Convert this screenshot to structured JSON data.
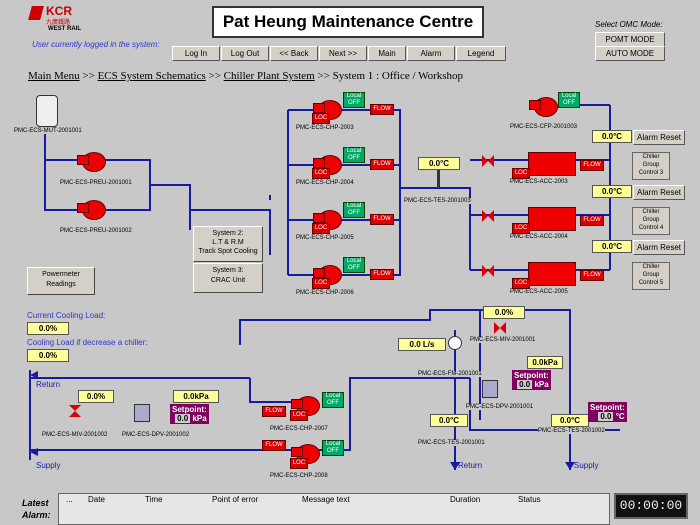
{
  "logo": {
    "brand": "KCR",
    "chinese": "九廣鐵路",
    "sub": "WEST RAIL"
  },
  "user_line": "User currently logged in the system:",
  "title": "Pat Heung Maintenance Centre",
  "omc": {
    "label": "Select OMC Mode:",
    "modes": [
      "POMT MODE",
      "AUTO MODE"
    ]
  },
  "nav": [
    "Log In",
    "Log Out",
    "<< Back",
    "Next >>",
    "Main",
    "Alarm",
    "Legend"
  ],
  "breadcrumb": {
    "main": "Main Menu",
    "ecs": "ECS System Schematics",
    "chiller": "Chiller Plant System",
    "sep": ">>",
    "current": "System 1 : Office / Workshop"
  },
  "equip": {
    "mut": "PMC-ECS-MUT-2001001",
    "preu1": "PMC-ECS-PREU-2001001",
    "preu2": "PMC-ECS-PREU-2001002",
    "chp3": "PMC-ECS-CHP-2003",
    "chp4": "PMC-ECS-CHP-2004",
    "chp5": "PMC-ECS-CHP-2005",
    "chp6": "PMC-ECS-CHP-2006",
    "chp7": "PMC-ECS-CHP-2007",
    "chp8": "PMC-ECS-CHP-2008",
    "cfp": "PMC-ECS-CFP-2001003",
    "tes3": "PMC-ECS-TES-2001003",
    "acc3": "PMC-ECS-ACC-2003",
    "acc4": "PMC-ECS-ACC-2004",
    "acc5": "PMC-ECS-ACC-2005",
    "miv1": "PMC-ECS-MIV-2001001",
    "fm": "PMC-ECS-FM-2001001",
    "dpv1": "PMC-ECS-DPV-2001001",
    "tes1": "PMC-ECS-TES-2001001",
    "tes2": "PMC-ECS-TES-2001002",
    "miv2": "PMC-ECS-MIV-2001002",
    "dpv2": "PMC-ECS-DPV-2001002"
  },
  "tags": {
    "loc": "LOC",
    "local": "Local",
    "off": "OFF",
    "flow": "FLOW"
  },
  "boxes": {
    "sys2": "System 2:",
    "sys2b": "L.T & R.M",
    "sys2c": "Track Spot Cooling",
    "sys3": "System 3:",
    "sys3b": "CRAC Unit",
    "power1": "Powermeter",
    "power2": "Readings"
  },
  "chiller_group": {
    "l1": "Chiller",
    "l2": "Group",
    "l3": [
      "Control 3",
      "Control 4",
      "Control 5"
    ]
  },
  "alarm_reset": "Alarm Reset",
  "temp": "0.0",
  "temp_unit": "°C",
  "cooling": {
    "current_label": "Current Cooling Load:",
    "current": "0.0%",
    "decrease_label": "Cooling Load if decrease a chiller:",
    "decrease": "0.0%"
  },
  "valve_pct": "0.0%",
  "flow_val": "0.0",
  "flow_unit": "L/s",
  "kpa_val": "0.0",
  "kpa_unit": "kPa",
  "setpoint": "Setpoint:",
  "return_label": "Return",
  "supply_label": "Supply",
  "alarm_bar": {
    "label1": "Latest",
    "label2": "Alarm:",
    "cols": [
      "...",
      "Date",
      "Time",
      "Point of error",
      "Message text",
      "Duration",
      "Status"
    ],
    "clock": "00:00:00"
  },
  "colors": {
    "pipe": "#1a1aa0",
    "pump": "#e00000",
    "value_bg": "#ffff99",
    "setpoint_bg": "#800060"
  }
}
